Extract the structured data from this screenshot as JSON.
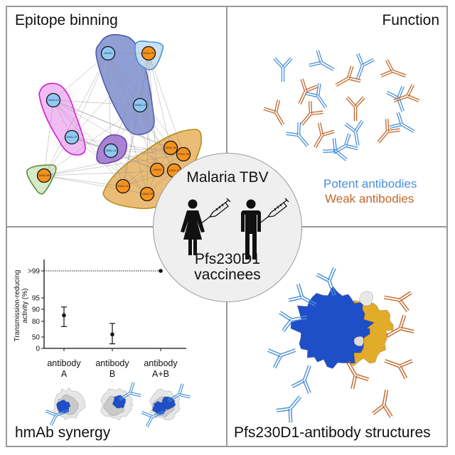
{
  "panels": {
    "top_left": {
      "title": "Epitope binning"
    },
    "top_right": {
      "title": "Function"
    },
    "bottom_left": {
      "title": "hmAb synergy"
    },
    "bottom_right": {
      "title": "Pfs230D1-antibody structures"
    }
  },
  "center": {
    "title": "Malaria TBV",
    "subtitle_line1": "Pfs230D1",
    "subtitle_line2": "vaccinees",
    "icons": [
      "female-person-icon",
      "syringe-icon",
      "male-person-icon",
      "syringe-icon"
    ]
  },
  "legend": {
    "potent": "Potent antibodies",
    "weak": "Weak antibodies"
  },
  "colors": {
    "potent": "#4a90d9",
    "weak": "#c0682a",
    "node_blue": "#90c8f5",
    "node_orange": "#f5921e",
    "bin_blue": "#8a99d4",
    "bin_lightblue": "#c9def3",
    "bin_magenta": "#f0b8f2",
    "bin_purple": "#a67bd6",
    "bin_green": "#d5e8c4",
    "bin_orange": "#e9b86f",
    "epitope_blue": "#1f4fc8",
    "epitope_gold": "#e2ac2a"
  },
  "network": {
    "bins": [
      {
        "name": "bin-blue",
        "color": "bin_blue",
        "nodes": [
          "LMIV01",
          "230AG-73"
        ]
      },
      {
        "name": "bin-lightblue",
        "color": "bin_lightblue",
        "nodes": [
          "230AL-20"
        ]
      },
      {
        "name": "bin-magenta",
        "color": "bin_magenta",
        "nodes": [
          "230AS-10",
          "230AL-37"
        ]
      },
      {
        "name": "bin-purple",
        "color": "bin_purple",
        "nodes": [
          "230AL-18"
        ]
      },
      {
        "name": "bin-green",
        "color": "bin_green",
        "nodes": [
          "230AS-88"
        ]
      },
      {
        "name": "bin-orange",
        "color": "bin_orange",
        "nodes": [
          "230AL-18",
          "230AL-08",
          "LMIV02",
          "230AL-09",
          "230AL-29",
          "230AG-29"
        ]
      }
    ],
    "nodes": [
      {
        "label": "LMIV01",
        "fill": "node_blue"
      },
      {
        "label": "230AL-20",
        "fill": "node_orange"
      },
      {
        "label": "230AS-10",
        "fill": "node_blue"
      },
      {
        "label": "230AG-73",
        "fill": "node_blue"
      },
      {
        "label": "230AL-37",
        "fill": "node_blue"
      },
      {
        "label": "230AL-18",
        "fill": "node_blue"
      },
      {
        "label": "230AS-88",
        "fill": "node_orange"
      },
      {
        "label": "230AL-18",
        "fill": "node_orange"
      },
      {
        "label": "230AL-08",
        "fill": "node_orange"
      },
      {
        "label": "LMIV02",
        "fill": "node_orange"
      },
      {
        "label": "230AL-09",
        "fill": "node_orange"
      },
      {
        "label": "230AL-29",
        "fill": "node_orange"
      },
      {
        "label": "230AG-29",
        "fill": "node_orange"
      }
    ]
  },
  "chart_data": {
    "type": "scatter",
    "title": "",
    "xlabel": "",
    "ylabel": "Transmission-reducing activity (%)",
    "y_scale": "probit",
    "y_ticks": [
      "0",
      "50",
      "80",
      "90",
      "95",
      ">99"
    ],
    "y_tick_values": [
      0,
      50,
      80,
      90,
      95,
      99.9
    ],
    "categories": [
      {
        "line1": "antibody",
        "line2": "A"
      },
      {
        "line1": "antibody",
        "line2": "B"
      },
      {
        "line1": "antibody",
        "line2": "A+B"
      }
    ],
    "values": [
      85,
      55,
      99.9
    ],
    "error_low": [
      70,
      20,
      null
    ],
    "error_high": [
      91,
      76,
      null
    ],
    "reference_line": {
      "value": 99.9,
      "style": "dotted"
    },
    "grid": false
  },
  "structures": {
    "synergy_thumbnails": [
      "antibody A bound",
      "antibody B bound",
      "antibody A+B bound"
    ],
    "main": "Pfs230D1 surface with potent (blue) and weak (gold) epitopes"
  }
}
